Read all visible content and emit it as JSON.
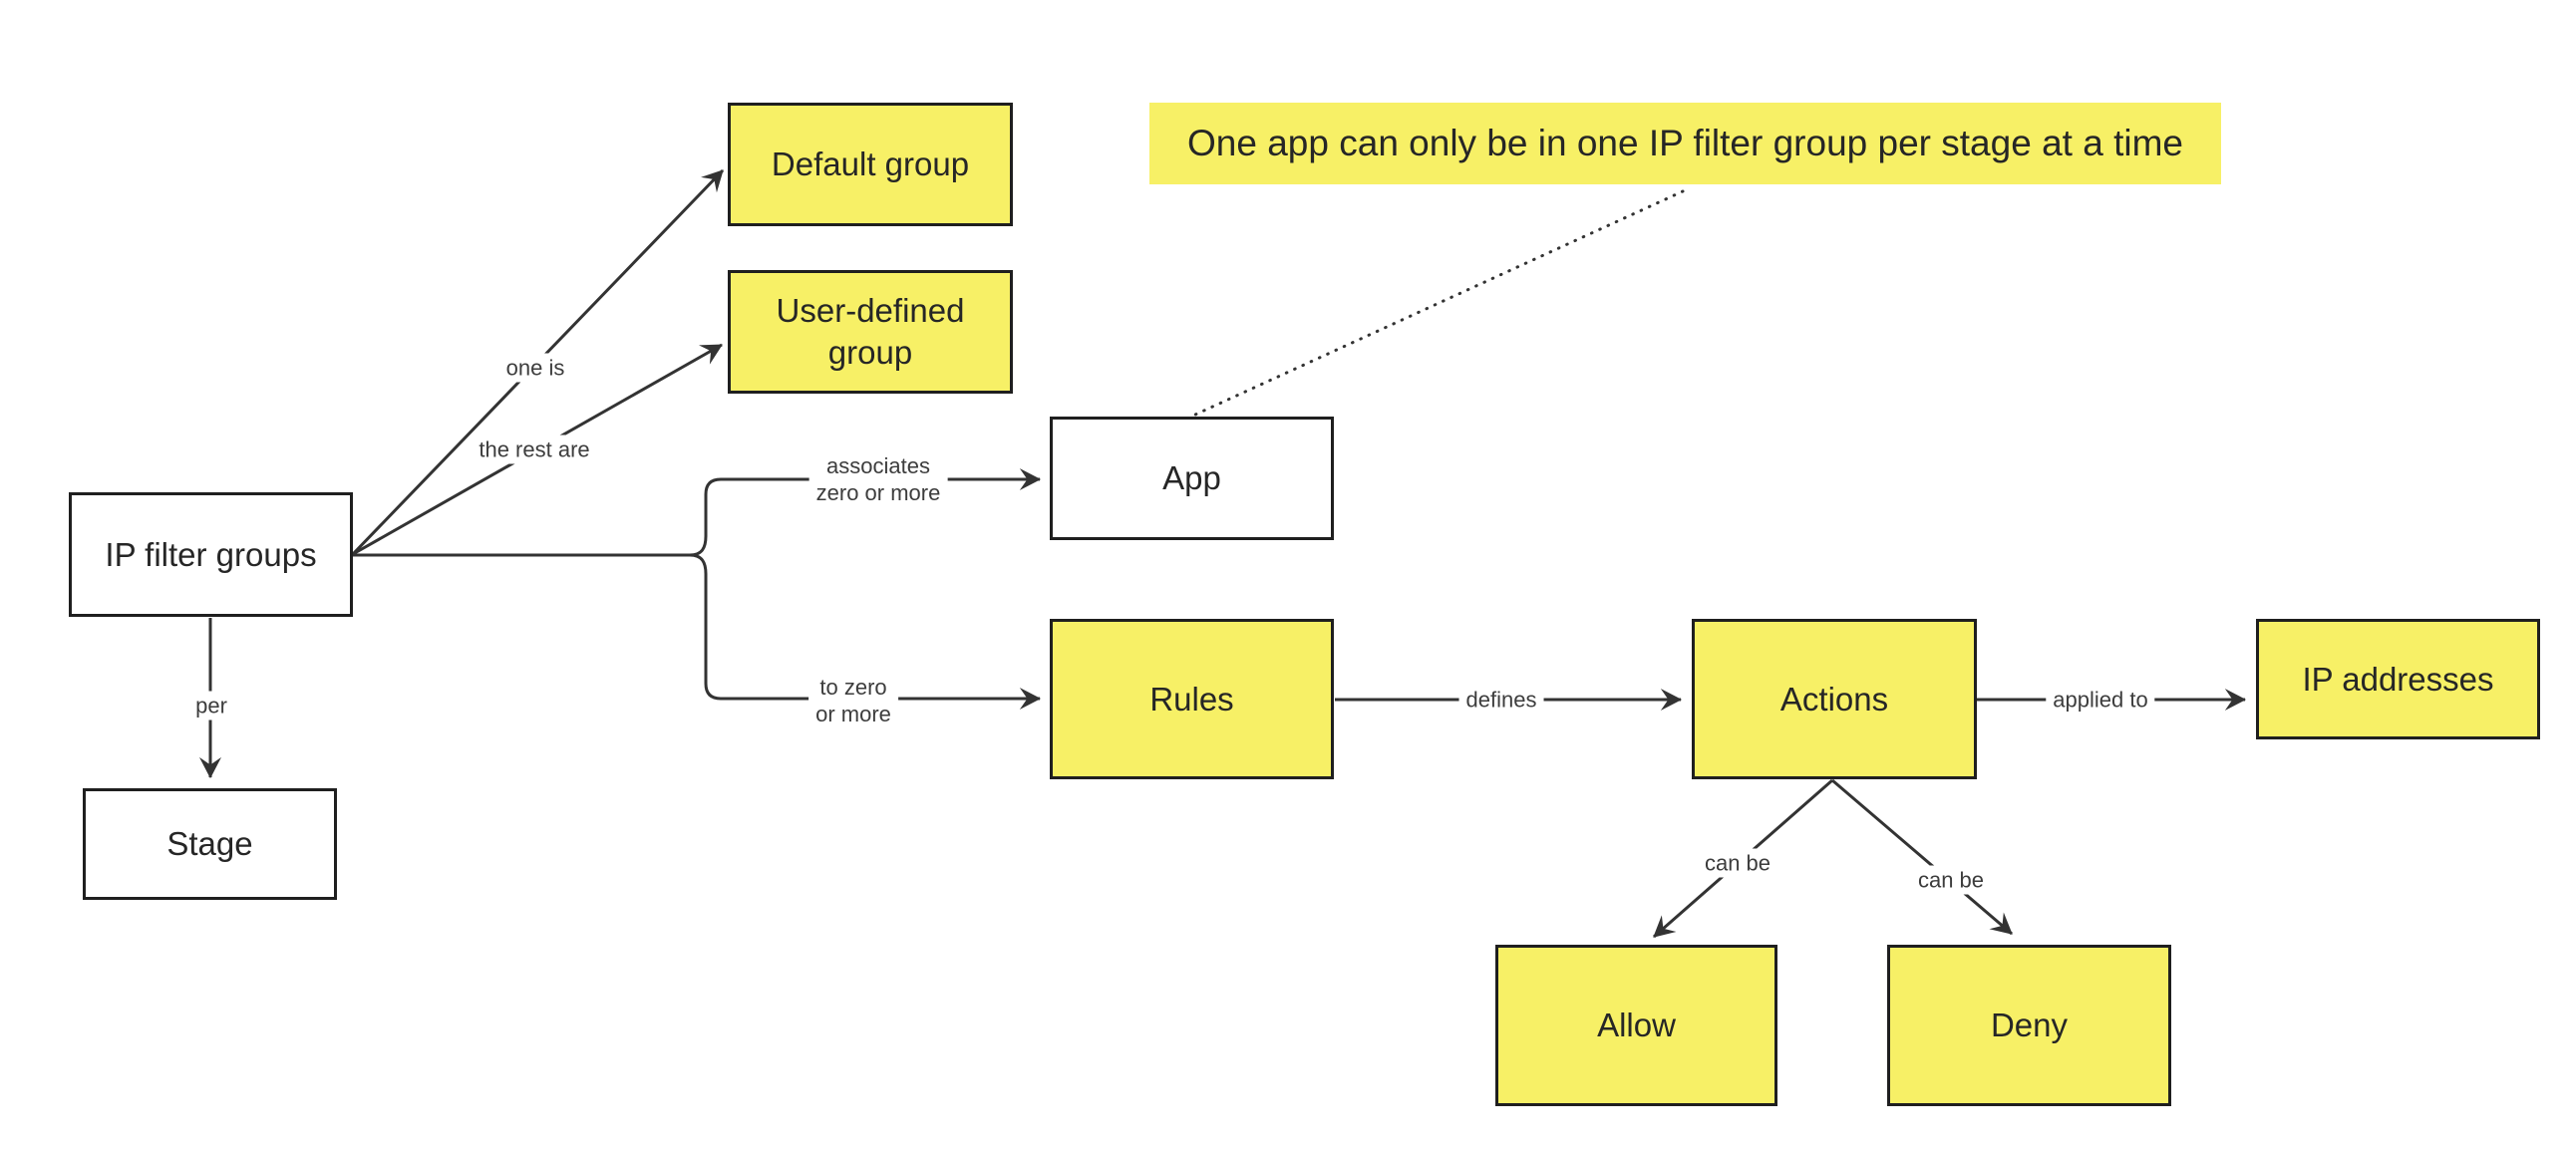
{
  "diagram": {
    "note": "One app can only be in one IP filter group per stage at a time",
    "nodes": [
      {
        "id": "ip-filter-groups",
        "label": "IP filter groups",
        "fill": "white"
      },
      {
        "id": "default-group",
        "label": "Default group",
        "fill": "yellow"
      },
      {
        "id": "user-defined-group",
        "label": "User-defined group",
        "fill": "yellow"
      },
      {
        "id": "app",
        "label": "App",
        "fill": "white"
      },
      {
        "id": "stage",
        "label": "Stage",
        "fill": "white"
      },
      {
        "id": "rules",
        "label": "Rules",
        "fill": "yellow"
      },
      {
        "id": "actions",
        "label": "Actions",
        "fill": "yellow"
      },
      {
        "id": "ip-addresses",
        "label": "IP addresses",
        "fill": "yellow"
      },
      {
        "id": "allow",
        "label": "Allow",
        "fill": "yellow"
      },
      {
        "id": "deny",
        "label": "Deny",
        "fill": "yellow"
      }
    ],
    "edge_labels": {
      "one_is": "one is",
      "the_rest_are": "the rest are",
      "associates_l1": "associates",
      "associates_l2": "zero or more",
      "to_zero_l1": "to zero",
      "to_zero_l2": "or more",
      "per": "per",
      "defines": "defines",
      "applied_to": "applied to",
      "can_be_allow": "can be",
      "can_be_deny": "can be"
    },
    "colors": {
      "node_yellow": "#F7F066",
      "node_white": "#FFFFFF",
      "border": "#1F1F1F",
      "line": "#333333",
      "text": "#262626"
    }
  }
}
